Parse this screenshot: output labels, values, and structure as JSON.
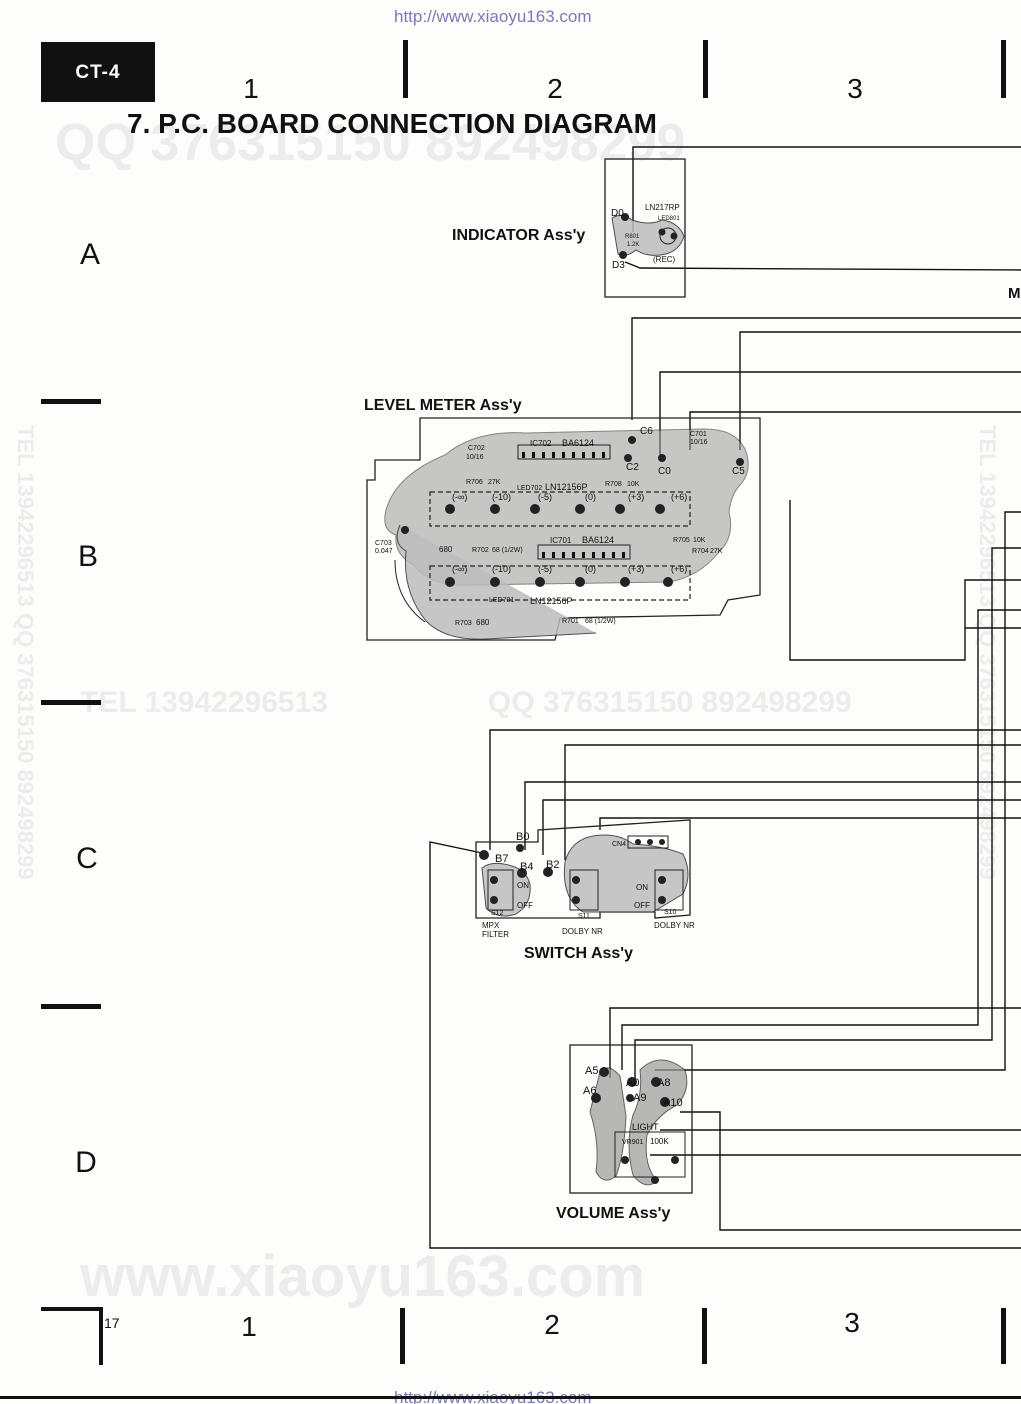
{
  "header": {
    "model_tag": "CT-4",
    "title": "7. P.C. BOARD CONNECTION DIAGRAM",
    "url_top": "http://www.xiaoyu163.com",
    "url_bottom": "http://www.xiaoyu163.com",
    "page_number": "17"
  },
  "grid": {
    "columns": [
      "1",
      "2",
      "3"
    ],
    "rows": [
      "A",
      "B",
      "C",
      "D"
    ]
  },
  "watermarks": {
    "qq_top": "QQ 376315150  892498299",
    "tel_mid": "TEL 13942296513",
    "qq_mid": "QQ 376315150  892498299",
    "site": "www.xiaoyu163.com",
    "side_left": "TEL 13942296513  QQ 376315150  892498299",
    "side_right": "TEL 13942296513  QQ 376315150  892498299"
  },
  "right_edge_label": "M",
  "indicator": {
    "title": "INDICATOR Ass'y",
    "labels": [
      "D0",
      "D3",
      "LN217RP",
      "LED801",
      "R801",
      "1.2K",
      "(REC)"
    ]
  },
  "level_meter": {
    "title": "LEVEL METER Ass'y",
    "labels": [
      "C6",
      "C2",
      "C0",
      "C5",
      "C701",
      "10/16",
      "C702",
      "10/16",
      "IC702",
      "BA6124",
      "R706",
      "27K",
      "LED702",
      "LN12156P",
      "R708",
      "10K",
      "(-∞)",
      "(-10)",
      "(-5)",
      "(0)",
      "(+3)",
      "(+6)",
      "C703",
      "0.047",
      "680",
      "R702",
      "68 (1/2W)",
      "IC701",
      "BA6124",
      "R705",
      "10K",
      "R704",
      "27K",
      "LED701",
      "LN12156P",
      "R703",
      "680",
      "R701",
      "68 (1/2W)"
    ]
  },
  "switch": {
    "title": "SWITCH Ass'y",
    "labels": [
      "B0",
      "B7",
      "B4",
      "B2",
      "CN4",
      "ON",
      "OFF",
      "S12",
      "MPX",
      "FILTER",
      "S11",
      "DOLBY NR",
      "S10",
      "DOLBY NR"
    ]
  },
  "volume": {
    "title": "VOLUME Ass'y",
    "labels": [
      "A5",
      "A6",
      "A0",
      "A8",
      "A9",
      "A10",
      "LIGHT",
      "VR901",
      "100K"
    ]
  }
}
